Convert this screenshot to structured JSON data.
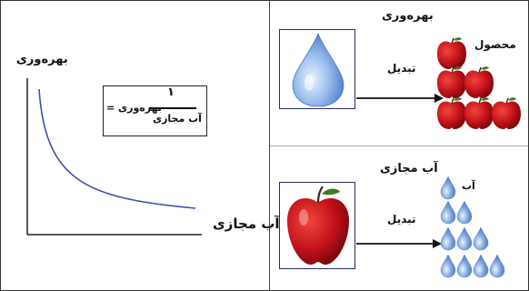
{
  "left_panel": {
    "y_axis_label": "بهره‌وری",
    "x_axis_label": "آب مجازی",
    "formula": {
      "lhs": "بهره‌وری =",
      "numerator": "۱",
      "denominator": "آب مجازی"
    }
  },
  "top_panel": {
    "title": "بهره‌وری",
    "arrow_label": "تبدیل",
    "product_label": "محصول",
    "source_icon": "water-drop-icon",
    "result_icon": "apple-stack-icon"
  },
  "bottom_panel": {
    "title": "آب مجازی",
    "arrow_label": "تبدیل",
    "water_label": "آب",
    "source_icon": "apple-icon",
    "result_icon": "water-drops-stack-icon"
  },
  "colors": {
    "curve": "#3b4fb0",
    "apple": "#c4121b",
    "drop": "#7fa6dd",
    "axis": "#222222"
  }
}
